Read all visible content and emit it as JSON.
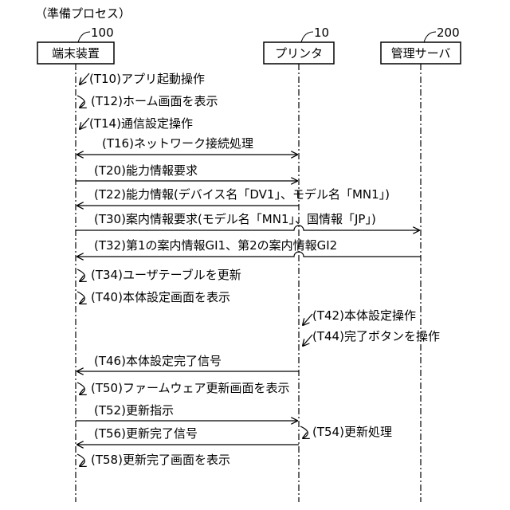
{
  "title": "（準備プロセス）",
  "actors": [
    {
      "id": "terminal",
      "label": "端末装置",
      "ref": "100"
    },
    {
      "id": "printer",
      "label": "プリンタ",
      "ref": "10"
    },
    {
      "id": "server",
      "label": "管理サーバ",
      "ref": "200"
    }
  ],
  "messages": [
    {
      "id": "t10",
      "type": "self",
      "actor": "terminal",
      "label": "(T10)アプリ起動操作"
    },
    {
      "id": "t12",
      "type": "loop",
      "actor": "terminal",
      "label": "(T12)ホーム画面を表示"
    },
    {
      "id": "t14",
      "type": "self",
      "actor": "terminal",
      "label": "(T14)通信設定操作"
    },
    {
      "id": "t16",
      "type": "both",
      "from": "terminal",
      "to": "printer",
      "label": "(T16)ネットワーク接続処理"
    },
    {
      "id": "t20",
      "type": "arrow",
      "from": "terminal",
      "to": "printer",
      "label": "(T20)能力情報要求"
    },
    {
      "id": "t22",
      "type": "arrow",
      "from": "printer",
      "to": "terminal",
      "label": "(T22)能力情報(デバイス名「DV1」、モデル名「MN1」)"
    },
    {
      "id": "t30",
      "type": "arrow",
      "from": "terminal",
      "to": "server",
      "label": "(T30)案内情報要求(モデル名「MN1」、国情報「JP」)"
    },
    {
      "id": "t32",
      "type": "arrow",
      "from": "server",
      "to": "terminal",
      "label": "(T32)第1の案内情報GI1、第2の案内情報GI2"
    },
    {
      "id": "t34",
      "type": "loop",
      "actor": "terminal",
      "label": "(T34)ユーザテーブルを更新"
    },
    {
      "id": "t40",
      "type": "loop",
      "actor": "terminal",
      "label": "(T40)本体設定画面を表示"
    },
    {
      "id": "t42",
      "type": "self",
      "actor": "printer",
      "label": "(T42)本体設定操作"
    },
    {
      "id": "t44",
      "type": "self",
      "actor": "printer",
      "label": "(T44)完了ボタンを操作"
    },
    {
      "id": "t46",
      "type": "arrow",
      "from": "printer",
      "to": "terminal",
      "label": "(T46)本体設定完了信号"
    },
    {
      "id": "t50",
      "type": "loop",
      "actor": "terminal",
      "label": "(T50)ファームウェア更新画面を表示"
    },
    {
      "id": "t52",
      "type": "arrow",
      "from": "terminal",
      "to": "printer",
      "label": "(T52)更新指示"
    },
    {
      "id": "t54",
      "type": "loop",
      "actor": "printer",
      "label": "(T54)更新処理"
    },
    {
      "id": "t56",
      "type": "arrow",
      "from": "printer",
      "to": "terminal",
      "label": "(T56)更新完了信号"
    },
    {
      "id": "t58",
      "type": "loop",
      "actor": "terminal",
      "label": "(T58)更新完了画面を表示"
    }
  ]
}
